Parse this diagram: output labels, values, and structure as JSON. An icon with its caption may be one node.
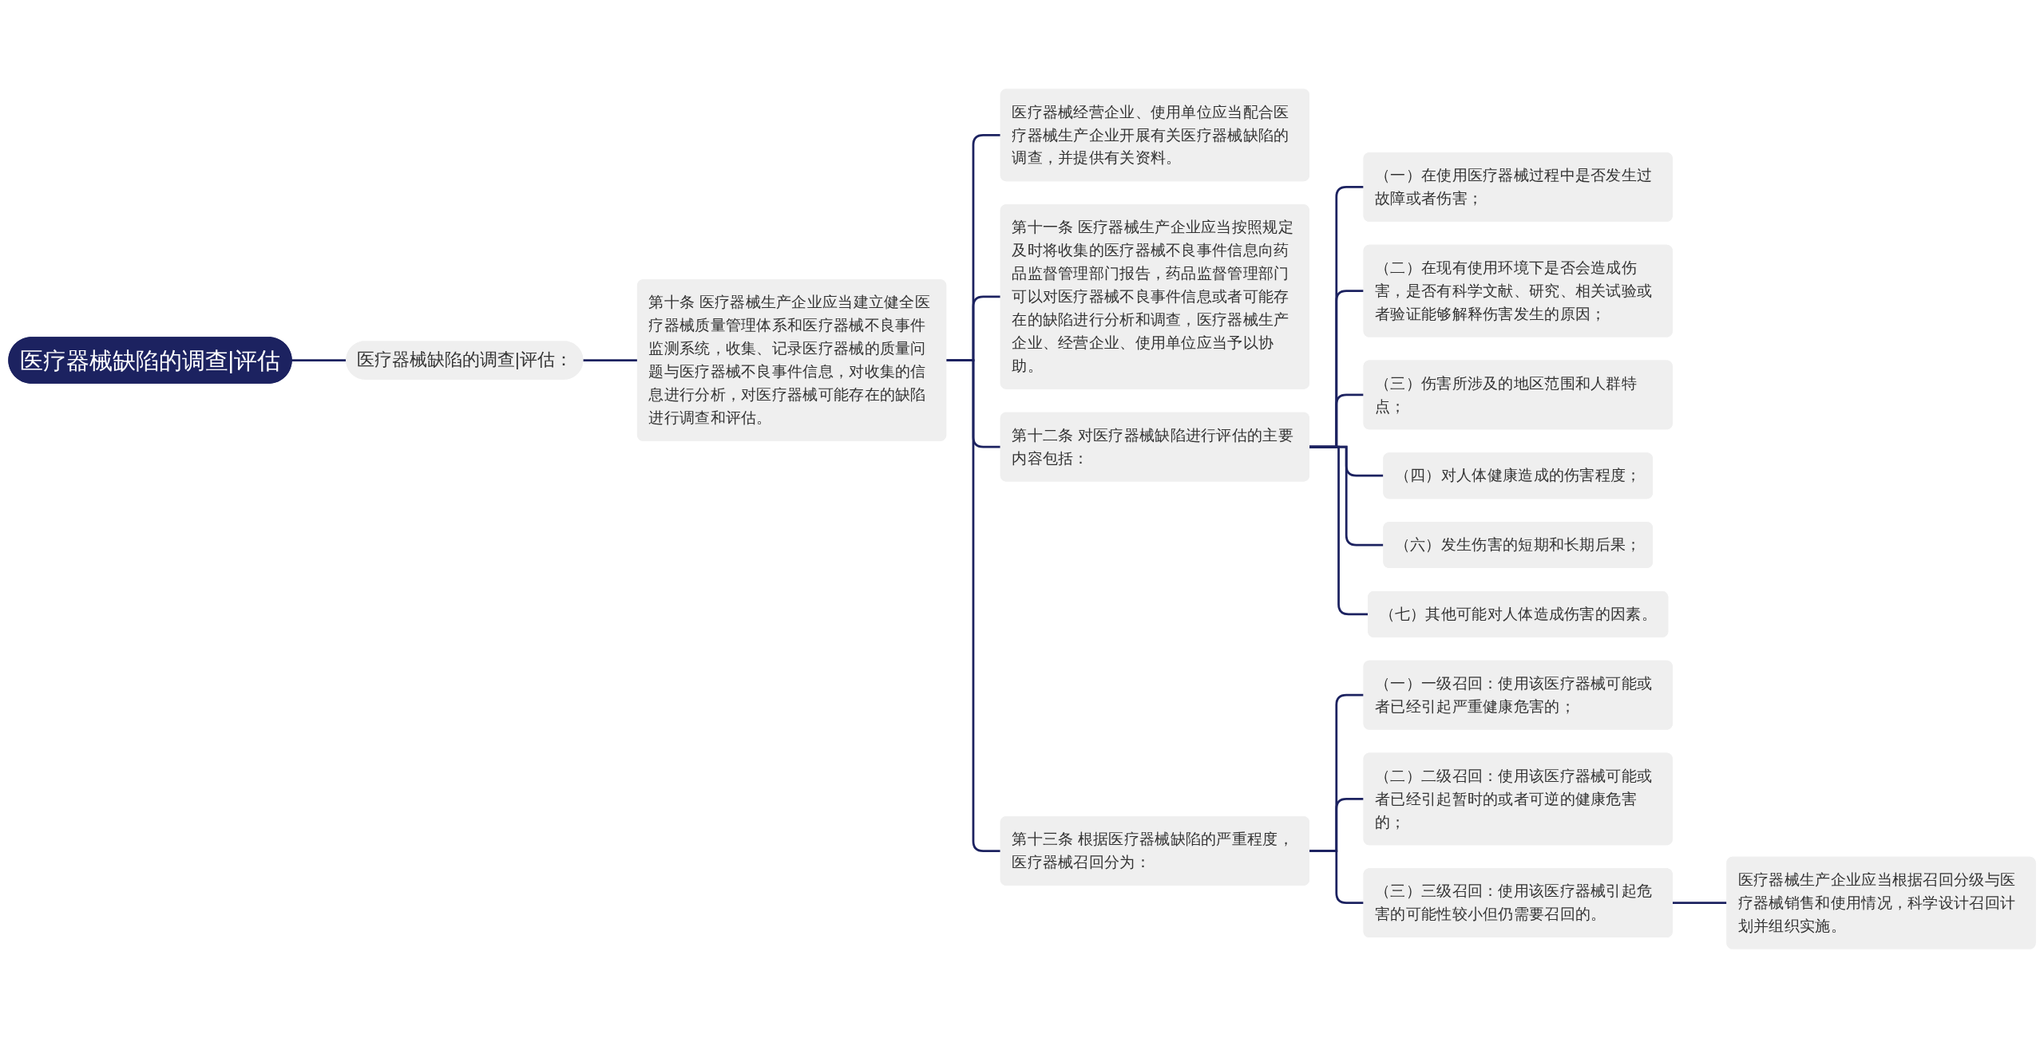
{
  "diagram": {
    "nodes": [
      {
        "text": [
          "医疗器械缺陷的调查|评估"
        ]
      },
      {
        "text": [
          "医疗器械缺陷的调查|评估："
        ]
      },
      {
        "text": [
          "第十条 医疗器械生产企业应当建立健全医疗器械质量管理体系和医疗器械不良事件监测系统，收集、记录医疗器械的质量问题与医疗器械不良事件信息，对收集的信息进行分析，对医疗器械可能存在的缺陷进行调查和评估。"
        ]
      },
      {
        "text": [
          "医疗器械经营企业、使用单位应当配合医疗器械生产企业开展有关医疗器械缺陷的调查，并提供有关资料。"
        ]
      },
      {
        "text": [
          "第十一条 医疗器械生产企业应当按照规定及时将收集的医疗器械不良事件信息向药品监督管理部门报告，药品监督管理部门可以对医疗器械不良事件信息或者可能存在的缺陷进行分析和调查，医疗器械生产企业、经营企业、使用单位应当予以协助。"
        ]
      },
      {
        "text": [
          "第十二条 对医疗器械缺陷进行评估的主要内容包括："
        ]
      },
      {
        "text": [
          "（一）在使用医疗器械过程中是否发生过故障或者伤害；"
        ]
      },
      {
        "text": [
          "（二）在现有使用环境下是否会造成伤害，是否有科学文献、研究、相关试验或者验证能够解释伤害发生的原因；"
        ]
      },
      {
        "text": [
          "（三）伤害所涉及的地区范围和人群特点；"
        ]
      },
      {
        "text": [
          "（四）对人体健康造成的伤害程度；"
        ]
      },
      {
        "text": [
          "（六）发生伤害的短期和长期后果；"
        ]
      },
      {
        "text": [
          "（七）其他可能对人体造成伤害的因素。"
        ]
      },
      {
        "text": [
          "第十三条 根据医疗器械缺陷的严重程度，医疗器械召回分为："
        ]
      },
      {
        "text": [
          "（一）一级召回：使用该医疗器械可能或者已经引起严重健康危害的；"
        ]
      },
      {
        "text": [
          "（二）二级召回：使用该医疗器械可能或者已经引起暂时的或者可逆的健康危害的；"
        ]
      },
      {
        "text": [
          "（三）三级召回：使用该医疗器械引起危害的可能性较小但仍需要召回的。"
        ]
      },
      {
        "text": [
          "医疗器械生产企业应当根据召回分级与医疗器械销售和使用情况，科学设计召回计划并组织实施。"
        ]
      }
    ],
    "edges": [
      {
        "from": 0,
        "to": 1,
        "arrow": "none"
      },
      {
        "from": 1,
        "to": 2,
        "arrow": "none"
      },
      {
        "from": 2,
        "to": 3,
        "arrow": "none"
      },
      {
        "from": 2,
        "to": 4,
        "arrow": "none"
      },
      {
        "from": 2,
        "to": 5,
        "arrow": "none"
      },
      {
        "from": 5,
        "to": 6,
        "arrow": "none"
      },
      {
        "from": 5,
        "to": 7,
        "arrow": "none"
      },
      {
        "from": 5,
        "to": 8,
        "arrow": "none"
      },
      {
        "from": 5,
        "to": 9,
        "arrow": "none"
      },
      {
        "from": 5,
        "to": 10,
        "arrow": "none"
      },
      {
        "from": 5,
        "to": 11,
        "arrow": "none"
      },
      {
        "from": 2,
        "to": 12,
        "arrow": "none"
      },
      {
        "from": 12,
        "to": 13,
        "arrow": "none"
      },
      {
        "from": 12,
        "to": 14,
        "arrow": "none"
      },
      {
        "from": 12,
        "to": 15,
        "arrow": "none"
      },
      {
        "from": 15,
        "to": 16,
        "arrow": "none"
      }
    ]
  }
}
